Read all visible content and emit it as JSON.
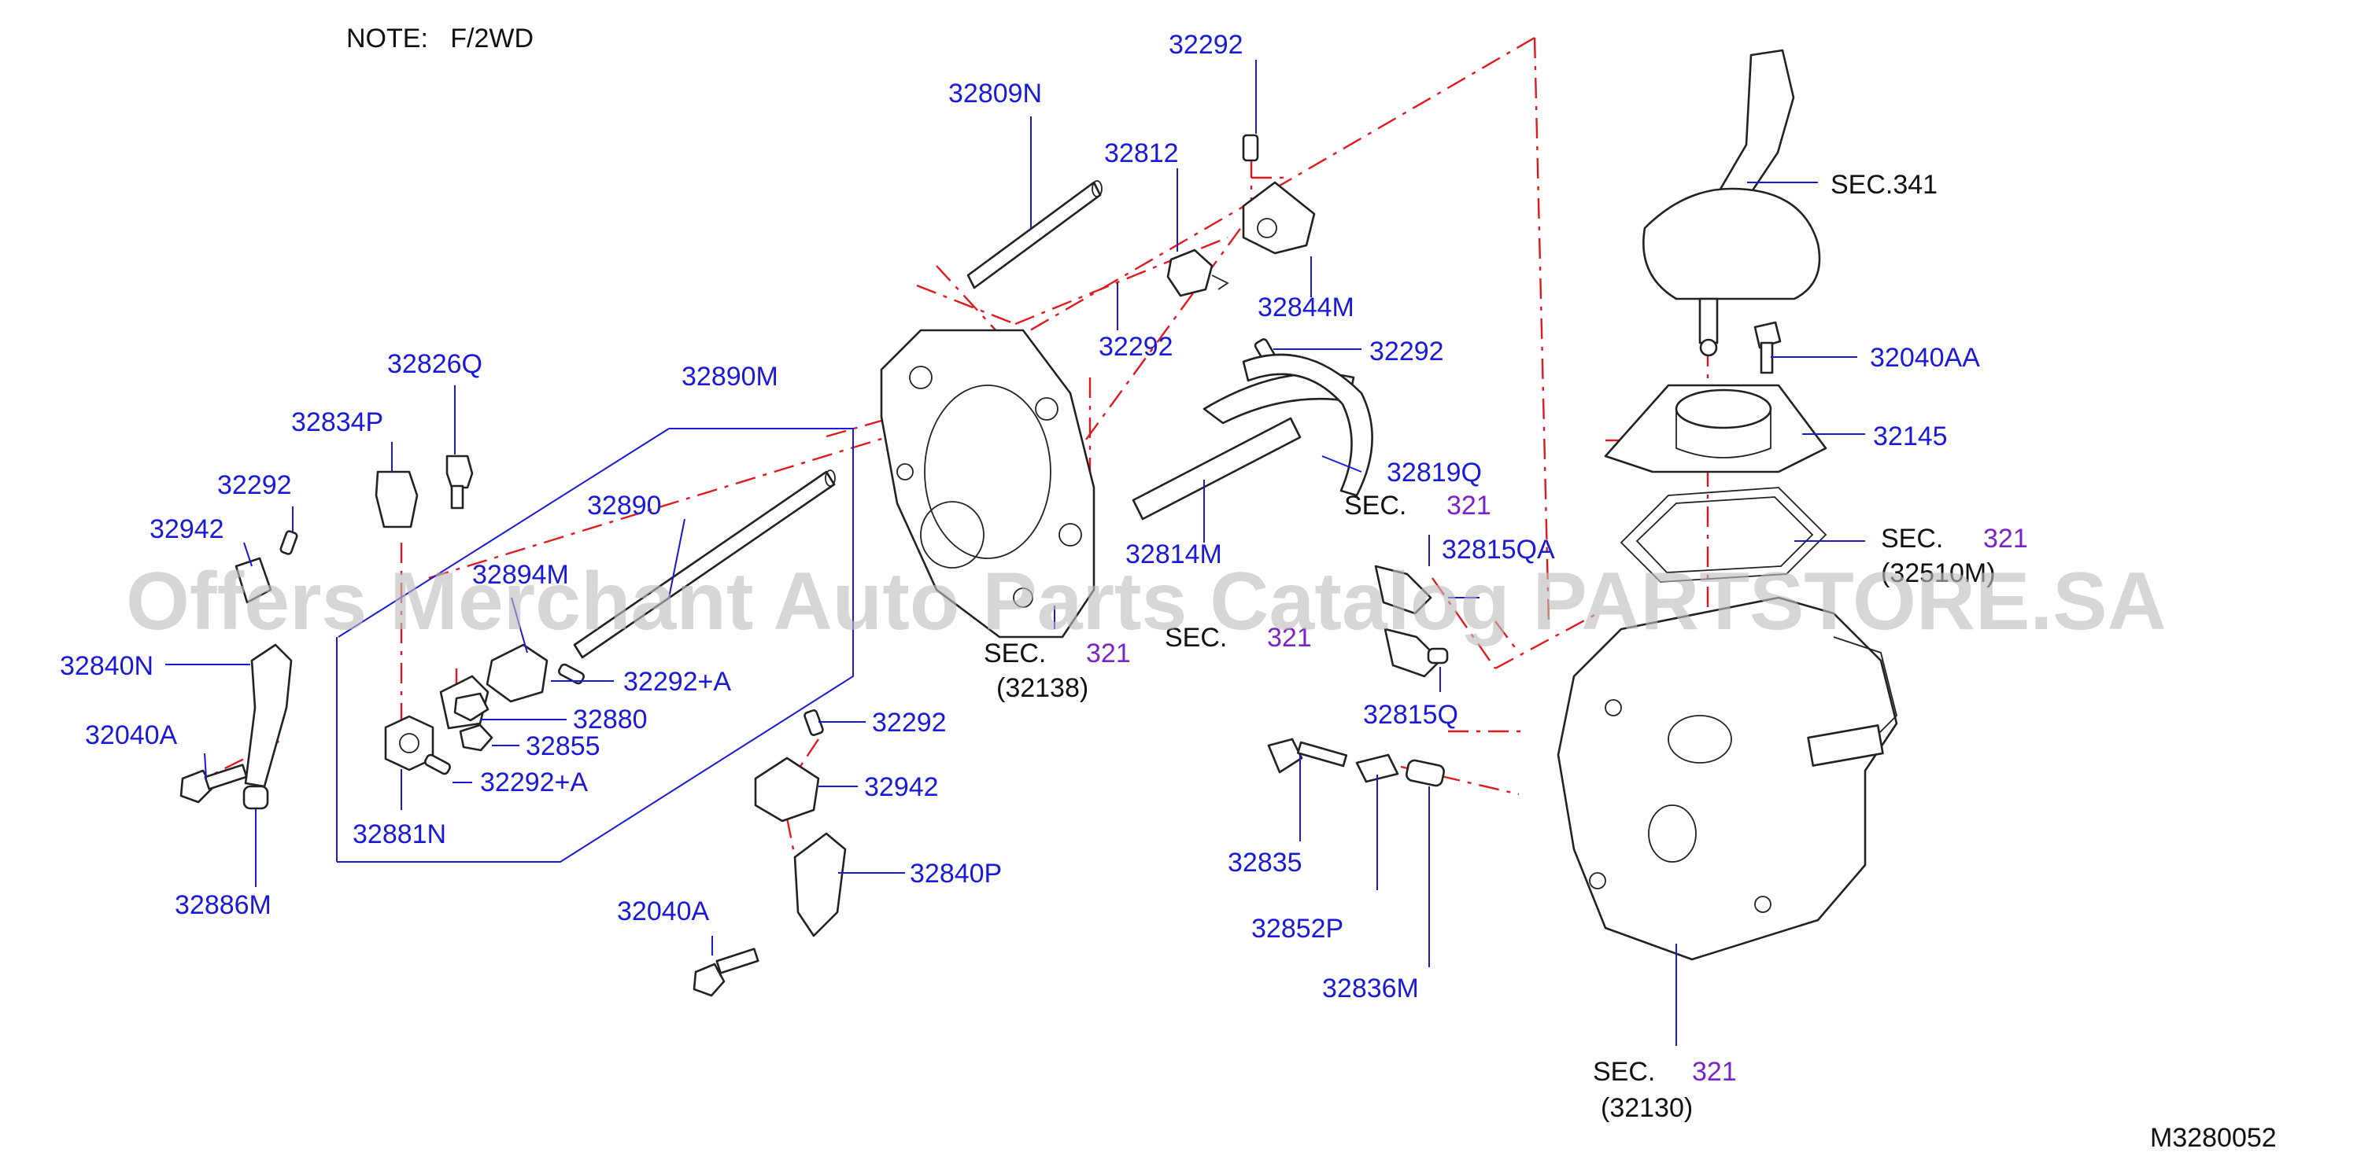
{
  "note": "NOTE:   F/2WD",
  "watermark": "Offers Merchant Auto Parts Catalog PARTSTORE.SA",
  "drawing_code": "M3280052",
  "colors": {
    "part_number": "#1a1ad6",
    "section_number": "#7a24c8",
    "centerline": "#e0191e",
    "text": "#111111"
  },
  "parts": {
    "p32809N": "32809N",
    "p32292_top": "32292",
    "p32812": "32812",
    "p32844M": "32844M",
    "p32292_mid": "32292",
    "p32292_right": "32292",
    "p32819Q": "32819Q",
    "p32814M": "32814M",
    "p32826Q": "32826Q",
    "p32890M": "32890M",
    "p32834P": "32834P",
    "p32890": "32890",
    "p32292_left": "32292",
    "p32942_left": "32942",
    "p32894M": "32894M",
    "p32840N": "32840N",
    "p32292A_1": "32292+A",
    "p32880": "32880",
    "p32040A_left": "32040A",
    "p32855": "32855",
    "p32292A_2": "32292+A",
    "p32881N": "32881N",
    "p32886M": "32886M",
    "p32292_lower": "32292",
    "p32942_lower": "32942",
    "p32840P": "32840P",
    "p32040A_lower": "32040A",
    "p32815QA": "32815QA",
    "p32815Q": "32815Q",
    "p32835": "32835",
    "p32852P": "32852P",
    "p32836M": "32836M",
    "p32040AA": "32040AA",
    "p32145": "32145"
  },
  "sections": {
    "s341": {
      "prefix": "SEC.341"
    },
    "s_adapter": {
      "prefix": "SEC.",
      "number": "321",
      "sub": "(32138)"
    },
    "s_mid1": {
      "prefix": "SEC.",
      "number": "321"
    },
    "s_mid2": {
      "prefix": "SEC.",
      "number": "321"
    },
    "s_gasket": {
      "prefix": "SEC.",
      "number": "321",
      "sub": "(32510M)"
    },
    "s_case": {
      "prefix": "SEC.",
      "number": "321",
      "sub": "(32130)"
    }
  }
}
